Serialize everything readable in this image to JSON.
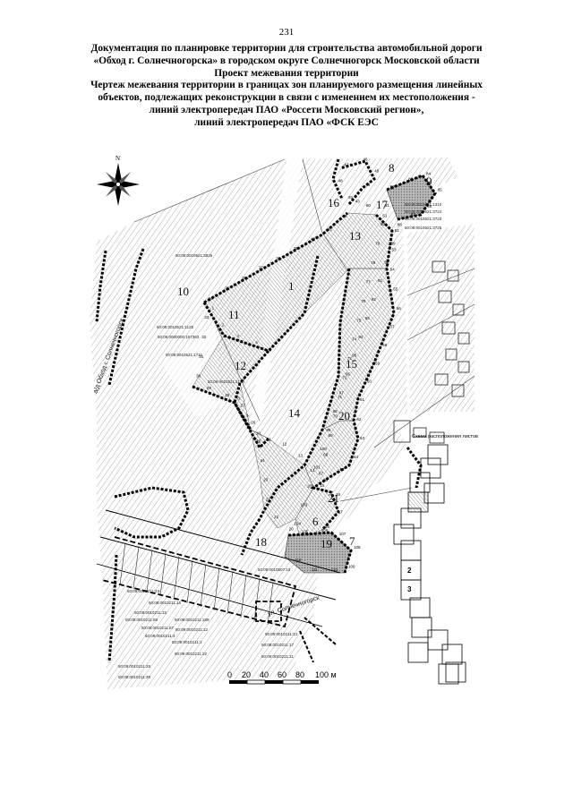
{
  "page": {
    "number": "231"
  },
  "title": {
    "lines": [
      "Документация по планировке территории для строительства автомобильной дороги",
      "«Обход г. Солнечногорска» в городском округе Солнечногорск Московской области",
      "Проект межевания территории",
      "Чертеж межевания территории в границах зон планируемого размещения линейных",
      "объектов, подлежащих реконструкции в связи с изменением их местоположения -",
      "линий электропередач ПАО «Россети Московский регион»,",
      "линий электропередач ПАО «ФСК ЕЭС"
    ]
  },
  "map": {
    "compass": {
      "label": "N"
    },
    "road_labels": [
      {
        "id": "obkhod",
        "text": "а/д Обход г. Солнечногорск"
      },
      {
        "id": "street",
        "text": "ул. Солнечногорск"
      }
    ],
    "zones": [
      {
        "id": "1",
        "label": "1"
      },
      {
        "id": "6",
        "label": "6"
      },
      {
        "id": "7",
        "label": "7"
      },
      {
        "id": "8",
        "label": "8"
      },
      {
        "id": "9",
        "label": "9"
      },
      {
        "id": "10",
        "label": "10"
      },
      {
        "id": "11",
        "label": "11"
      },
      {
        "id": "12",
        "label": "12"
      },
      {
        "id": "13",
        "label": "13"
      },
      {
        "id": "14",
        "label": "14"
      },
      {
        "id": "15",
        "label": "15"
      },
      {
        "id": "16",
        "label": "16"
      },
      {
        "id": "17",
        "label": "17"
      },
      {
        "id": "18",
        "label": "18"
      },
      {
        "id": "19",
        "label": "19"
      },
      {
        "id": "20",
        "label": "20"
      },
      {
        "id": "21",
        "label": "21"
      }
    ],
    "cadastral_numbers": [
      "50:09:0010521:3826",
      "50:09:0010521:3723",
      "50:09:0010521:3725",
      "50:09:0010521:1310",
      "50:09:0010521:3724",
      "50:09:0000000:157363",
      "50:09:0010521:1721",
      "50:09:0010521:1124",
      "50:09:0010521:1125",
      "50:09:0010211:23",
      "50:09:0010211:15",
      "50:09:0010211:59",
      "50:09:0010211:189",
      "50:09:0010211:67",
      "50:09:0010211:12",
      "50:09:0010211:4",
      "50:09:0010211:1",
      "50:09:0010211:22",
      "50:09:0010211:28",
      "50:09:0010211:38",
      "50:09:0010211:17",
      "50:09:0010211:13",
      "50:09:0010211:11",
      "50:09:0010211:16",
      "50:09:0010507:10"
    ],
    "point_labels": [
      "1",
      "2",
      "3",
      "4",
      "5",
      "6",
      "7",
      "8",
      "9",
      "10",
      "11",
      "12",
      "13",
      "14",
      "15",
      "16",
      "17",
      "18",
      "19",
      "20",
      "21",
      "22",
      "23",
      "24",
      "25",
      "26",
      "27",
      "28",
      "29",
      "30",
      "31",
      "32",
      "33",
      "34",
      "35",
      "36",
      "37",
      "38",
      "39",
      "40",
      "41",
      "42",
      "43",
      "44",
      "45",
      "46",
      "47",
      "48",
      "49",
      "50",
      "51",
      "52",
      "53",
      "54",
      "55",
      "56",
      "57",
      "58",
      "59",
      "60",
      "61",
      "62",
      "63",
      "64",
      "65",
      "66",
      "67",
      "68",
      "69",
      "70",
      "71",
      "72",
      "73",
      "74",
      "75",
      "76",
      "77",
      "78",
      "79",
      "80",
      "81",
      "82",
      "83",
      "84",
      "85",
      "86",
      "87",
      "88",
      "89",
      "90",
      "91",
      "92",
      "93",
      "94",
      "95",
      "96",
      "97",
      "98",
      "99",
      "100",
      "101",
      "102",
      "103",
      "104",
      "105",
      "106",
      "107",
      "108",
      "109",
      "110",
      "111",
      "112"
    ]
  },
  "scale_bar": {
    "ticks": [
      "0",
      "20",
      "40",
      "60",
      "80",
      "100 м"
    ]
  },
  "sheet_layout": {
    "caption": "Схема расположения листов",
    "sheet_numbers": [
      "2",
      "3"
    ]
  },
  "colors": {
    "hatch_light": "#b0b0b0",
    "zone_fill": "#a8a8a8",
    "boundary": "#000000"
  }
}
